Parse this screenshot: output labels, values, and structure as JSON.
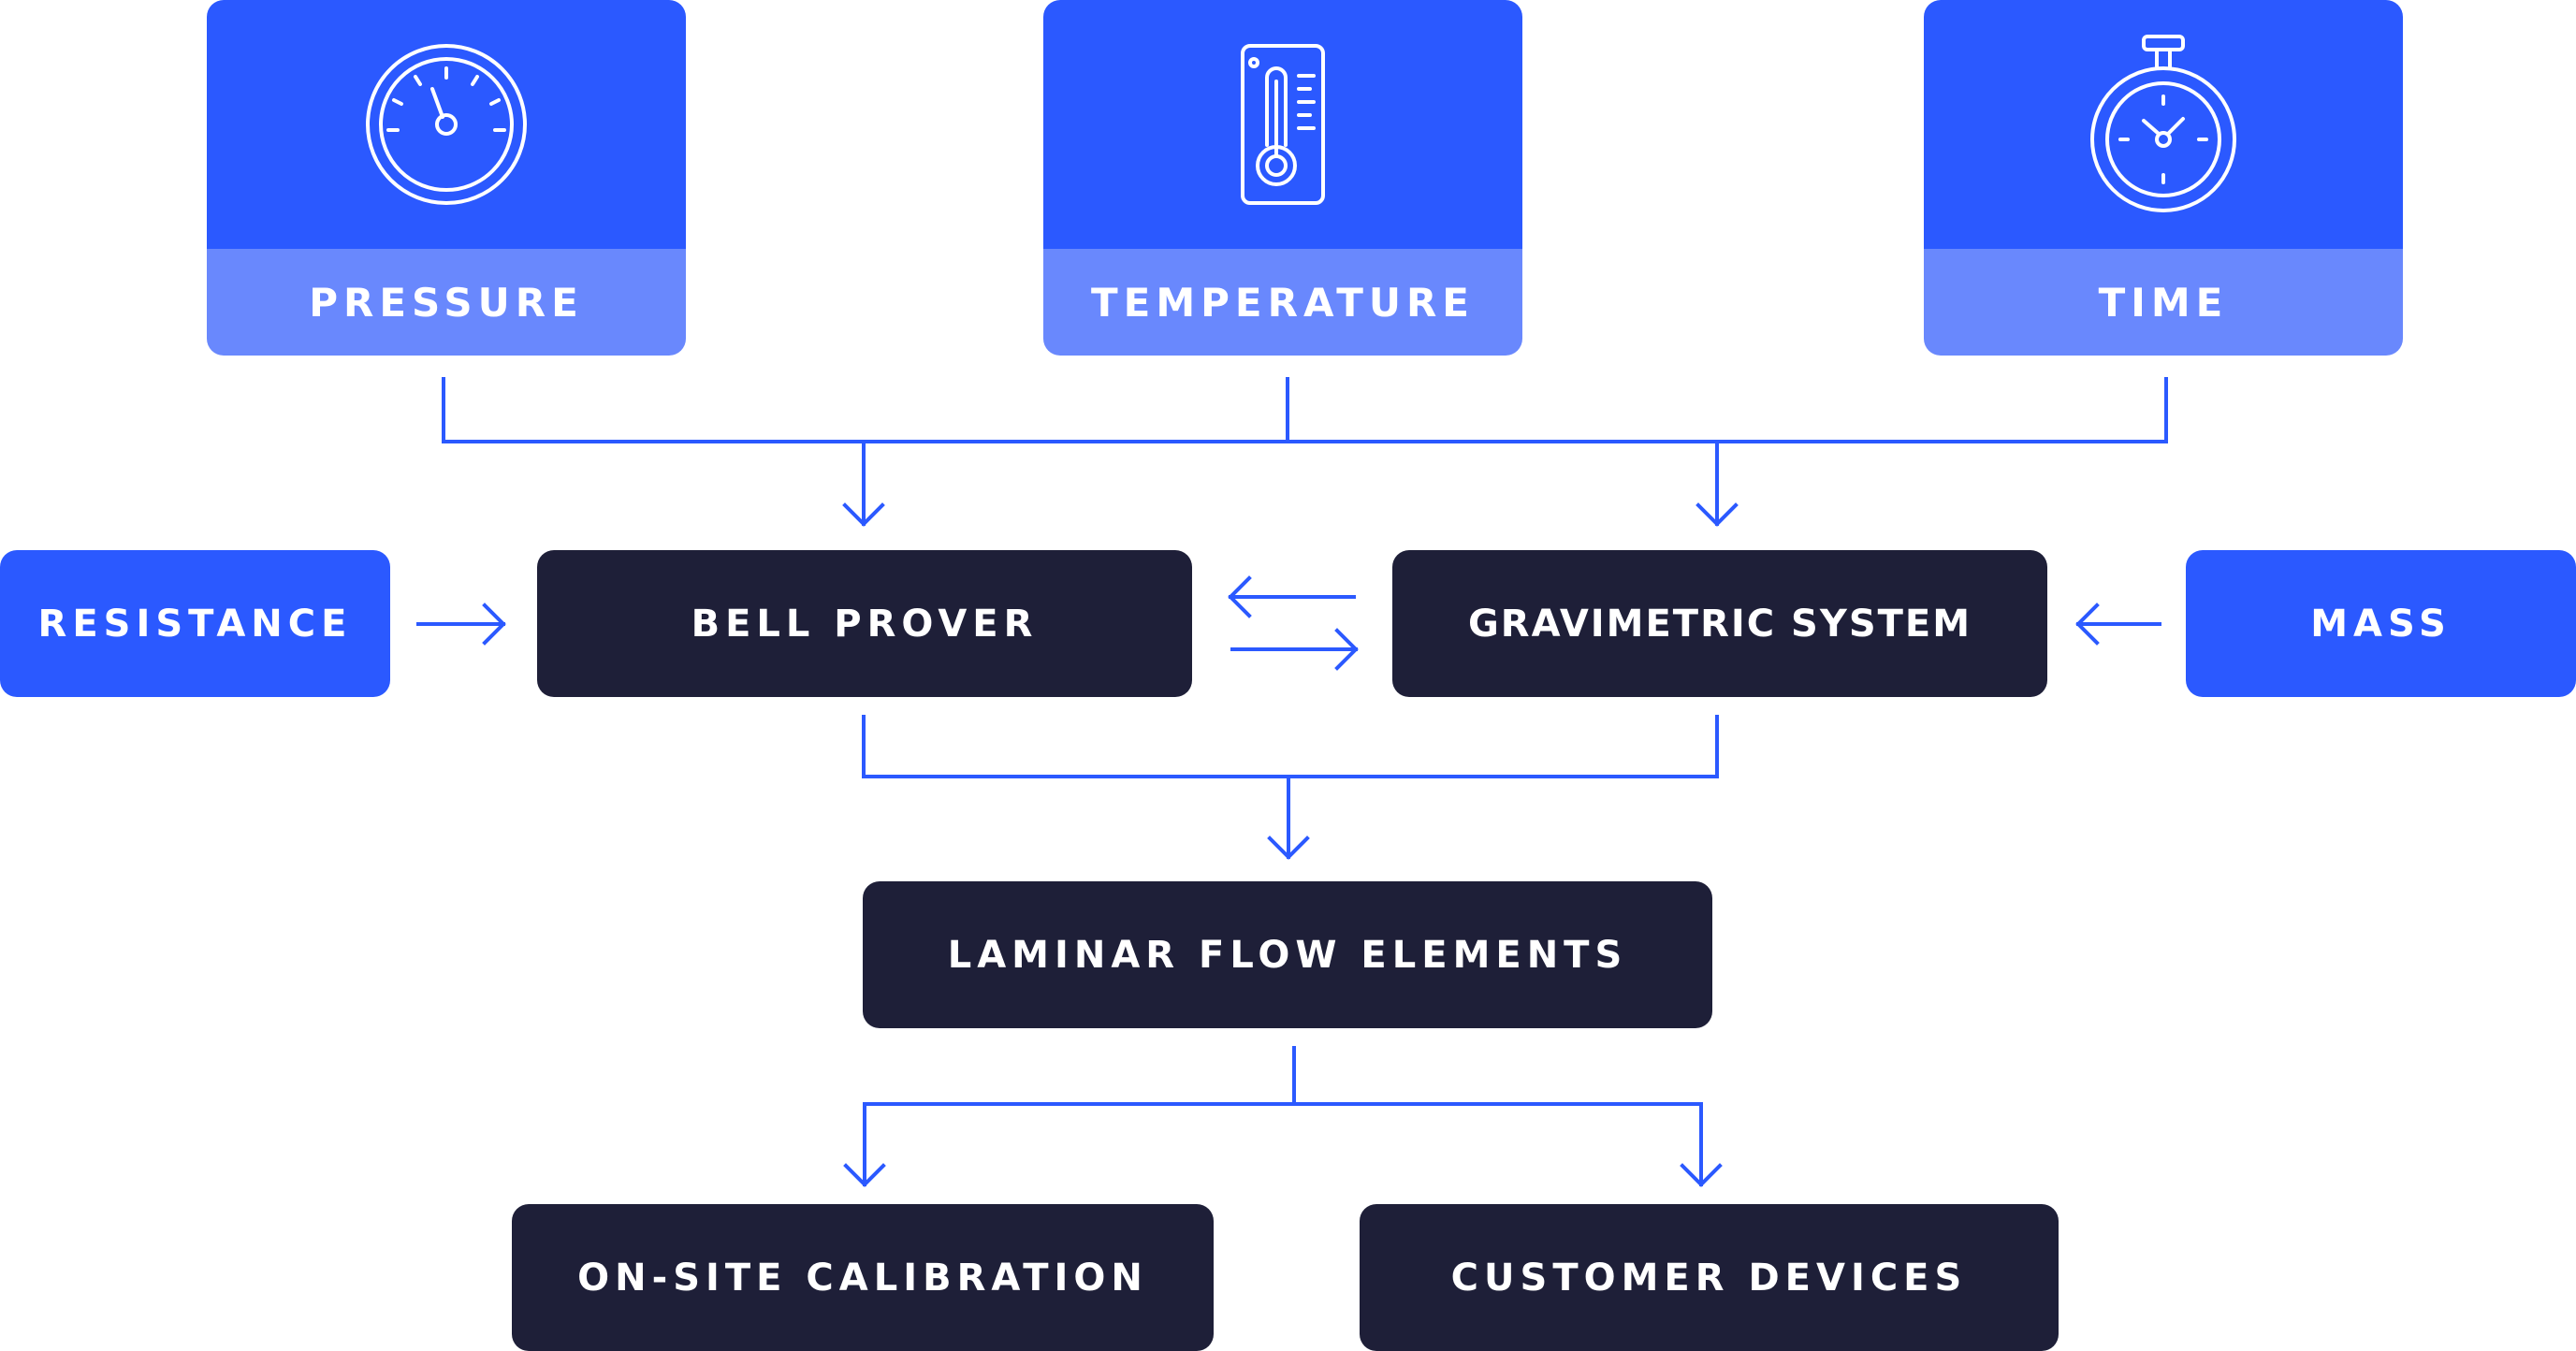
{
  "inputs": {
    "pressure": {
      "label": "PRESSURE",
      "icon": "pressure-gauge-icon"
    },
    "temperature": {
      "label": "TEMPERATURE",
      "icon": "thermometer-icon"
    },
    "time": {
      "label": "TIME",
      "icon": "stopwatch-icon"
    }
  },
  "side_inputs": {
    "resistance": "RESISTANCE",
    "mass": "MASS"
  },
  "systems": {
    "bell_prover": "BELL PROVER",
    "gravimetric": "GRAVIMETRIC SYSTEM"
  },
  "core": {
    "laminar": "LAMINAR FLOW ELEMENTS"
  },
  "outputs": {
    "onsite": "ON-SITE CALIBRATION",
    "customer": "CUSTOMER DEVICES"
  },
  "colors": {
    "accent_blue": "#2b59ff",
    "light_blue": "#6988fd",
    "dark_navy": "#1e1f38",
    "connector": "#2b59ff"
  }
}
